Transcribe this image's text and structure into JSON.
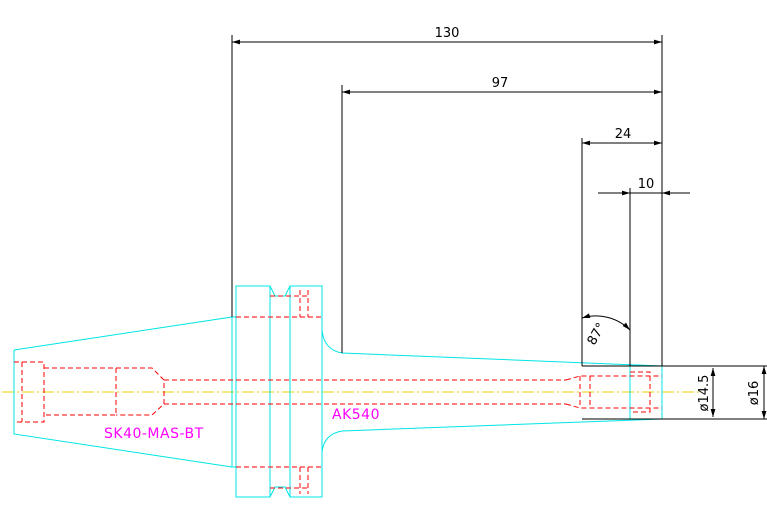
{
  "dimensions": {
    "overall_length": "130",
    "shank_length": "97",
    "bore_depth": "24",
    "tip_length": "10",
    "taper_angle": "87°",
    "inner_diameter": "ø14.5",
    "outer_diameter": "ø16"
  },
  "labels": {
    "taper_type": "SK40-MAS-BT",
    "model": "AK540"
  },
  "colors": {
    "outline": "#00e5e5",
    "hidden_lines": "#ff0000",
    "centerline": "#e8d000",
    "annotation": "#ff00ff",
    "dimension": "#000000"
  }
}
